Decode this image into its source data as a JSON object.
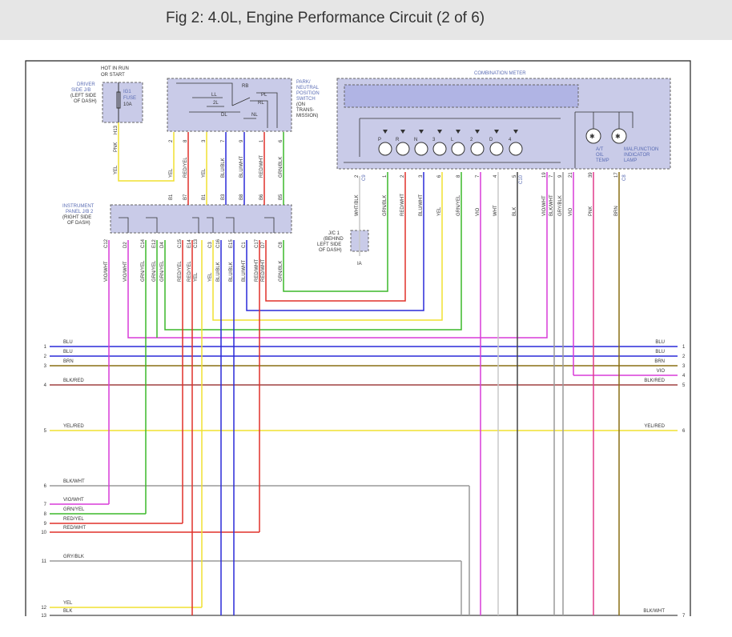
{
  "title": "Fig 2: 4.0L, Engine Performance Circuit (2 of 6)",
  "colors": {
    "box_fill": "#c9cbe8",
    "label_blue": "#5a6cb4",
    "BLU": "#2a2ad8",
    "BRN": "#8a6e14",
    "VIO": "#d93bd9",
    "RED": "#e0302a",
    "YEL": "#f0e030",
    "GRN": "#3cb82a",
    "GRY": "#9a9a9a",
    "BLK": "#555555",
    "WHT": "#c8c8c8",
    "PNK": "#e03c8c"
  },
  "top_labels": {
    "hot_in_run": "HOT IN RUN",
    "or_start": "OR START",
    "driver_jb_1": "DRIVER",
    "driver_jb_2": "SIDE J/B",
    "driver_jb_3": "(LEFT SIDE",
    "driver_jb_4": "OF DASH)",
    "fuse_1": "IG1",
    "fuse_2": "FUSE",
    "fuse_3": "10A",
    "h13": "H13",
    "pnp_1": "PARK/",
    "pnp_2": "NEUTRAL",
    "pnp_3": "POSITION",
    "pnp_4": "SWITCH",
    "pnp_5": "(ON",
    "pnp_6": "TRANS-",
    "pnp_7": "MISSION)",
    "rb": "RB",
    "ll": "LL",
    "pl": "PL",
    "l2": "2L",
    "rl": "RL",
    "dl": "DL",
    "nl": "NL",
    "combo_meter": "COMBINATION METER",
    "at_oil_1": "A/T",
    "at_oil_2": "OIL",
    "at_oil_3": "TEMP",
    "mil_1": "MALFUNCTION",
    "mil_2": "INDICATOR",
    "mil_3": "LAMP",
    "ipjb_1": "INSTRUMENT",
    "ipjb_2": "PANEL J/B 2",
    "ipjb_3": "(RIGHT SIDE",
    "ipjb_4": "OF DASH)",
    "jc_1": "J/C 1",
    "jc_2": "(BEHIND",
    "jc_3": "LEFT SIDE",
    "jc_4": "OF DASH)",
    "ia": "IA",
    "c9": "C9",
    "c10": "C10",
    "c8": "C8"
  },
  "gear_labels": [
    "P",
    "R",
    "N",
    "3",
    "L",
    "2",
    "D",
    "4"
  ],
  "left_bus": [
    {
      "num": "1",
      "label": "BLU"
    },
    {
      "num": "2",
      "label": "BLU"
    },
    {
      "num": "3",
      "label": "BRN"
    },
    {
      "num": "4",
      "label": "BLK/RED"
    },
    {
      "num": "5",
      "label": "YEL/RED"
    },
    {
      "num": "6",
      "label": "BLK/WHT"
    },
    {
      "num": "7",
      "label": "VIO/WHT"
    },
    {
      "num": "8",
      "label": "GRN/YEL"
    },
    {
      "num": "9",
      "label": "RED/YEL"
    },
    {
      "num": "10",
      "label": "RED/WHT"
    },
    {
      "num": "11",
      "label": "GRY/BLK"
    },
    {
      "num": "12",
      "label": "YEL"
    },
    {
      "num": "13",
      "label": "BLK"
    }
  ],
  "right_bus": [
    {
      "num": "1",
      "label": "BLU"
    },
    {
      "num": "2",
      "label": "BLU"
    },
    {
      "num": "3",
      "label": "BRN"
    },
    {
      "num": "4",
      "label": "VIO"
    },
    {
      "num": "5",
      "label": "BLK/RED"
    },
    {
      "num": "6",
      "label": "YEL/RED"
    },
    {
      "num": "7",
      "label": "BLK/WHT"
    }
  ],
  "pnp_wires": [
    {
      "pin": "2",
      "color": "YEL",
      "conn": "B1"
    },
    {
      "pin": "8",
      "color": "RED/YEL",
      "conn": "B7"
    },
    {
      "pin": "3",
      "color": "YEL",
      "conn": "B1"
    },
    {
      "pin": "7",
      "color": "BLU/BLK",
      "conn": "B3"
    },
    {
      "pin": "9",
      "color": "BLU/WHT",
      "conn": "B8"
    },
    {
      "pin": "1",
      "color": "RED/WHT",
      "conn": "B6"
    },
    {
      "pin": "6",
      "color": "GRN/BLK",
      "conn": "B5"
    }
  ],
  "fuse_wire": {
    "pin": "PNK",
    "color": "YEL"
  },
  "jb2_bottom": [
    {
      "conn": "C12",
      "color": "VIO/WHT"
    },
    {
      "conn": "D2",
      "color": "VIO/WHT"
    },
    {
      "conn": "C14",
      "color": "GRN/YEL"
    },
    {
      "conn": "E12",
      "color": "GRN/YEL"
    },
    {
      "conn": "D4",
      "color": "GRN/YEL"
    },
    {
      "conn": "C15",
      "color": "RED/YEL"
    },
    {
      "conn": "E14",
      "color": "RED/YEL"
    },
    {
      "conn": "C13",
      "color": "YEL"
    },
    {
      "conn": "C3",
      "color": "YEL"
    },
    {
      "conn": "C16",
      "color": "BLU/BLK"
    },
    {
      "conn": "E15",
      "color": "BLU/BLK"
    },
    {
      "conn": "C1",
      "color": "BLU/WHT"
    },
    {
      "conn": "C17",
      "color": "RED/WHT"
    },
    {
      "conn": "D7",
      "color": "RED/WHT"
    },
    {
      "conn": "C8",
      "color": "GRN/BLK"
    }
  ],
  "combo_pins": [
    {
      "pin": "2",
      "color": "WHT/BLK"
    },
    {
      "pin": "1",
      "color": "GRN/BLK"
    },
    {
      "pin": "2",
      "color": "RED/WHT"
    },
    {
      "pin": "3",
      "color": "BLU/WHT"
    },
    {
      "pin": "6",
      "color": "YEL"
    },
    {
      "pin": "8",
      "color": "GRN/YEL"
    },
    {
      "pin": "7",
      "color": "VIO"
    },
    {
      "pin": "4",
      "color": "WHT"
    },
    {
      "pin": "5",
      "color": "BLK"
    },
    {
      "pin": "19",
      "color": "VIO/WHT"
    },
    {
      "pin": "7",
      "color": "BLK/WHT"
    },
    {
      "pin": "9",
      "color": "GRY/BLK"
    },
    {
      "pin": "21",
      "color": "VIO"
    },
    {
      "pin": "39",
      "color": "PNK"
    },
    {
      "pin": "17",
      "color": "BRN"
    }
  ]
}
